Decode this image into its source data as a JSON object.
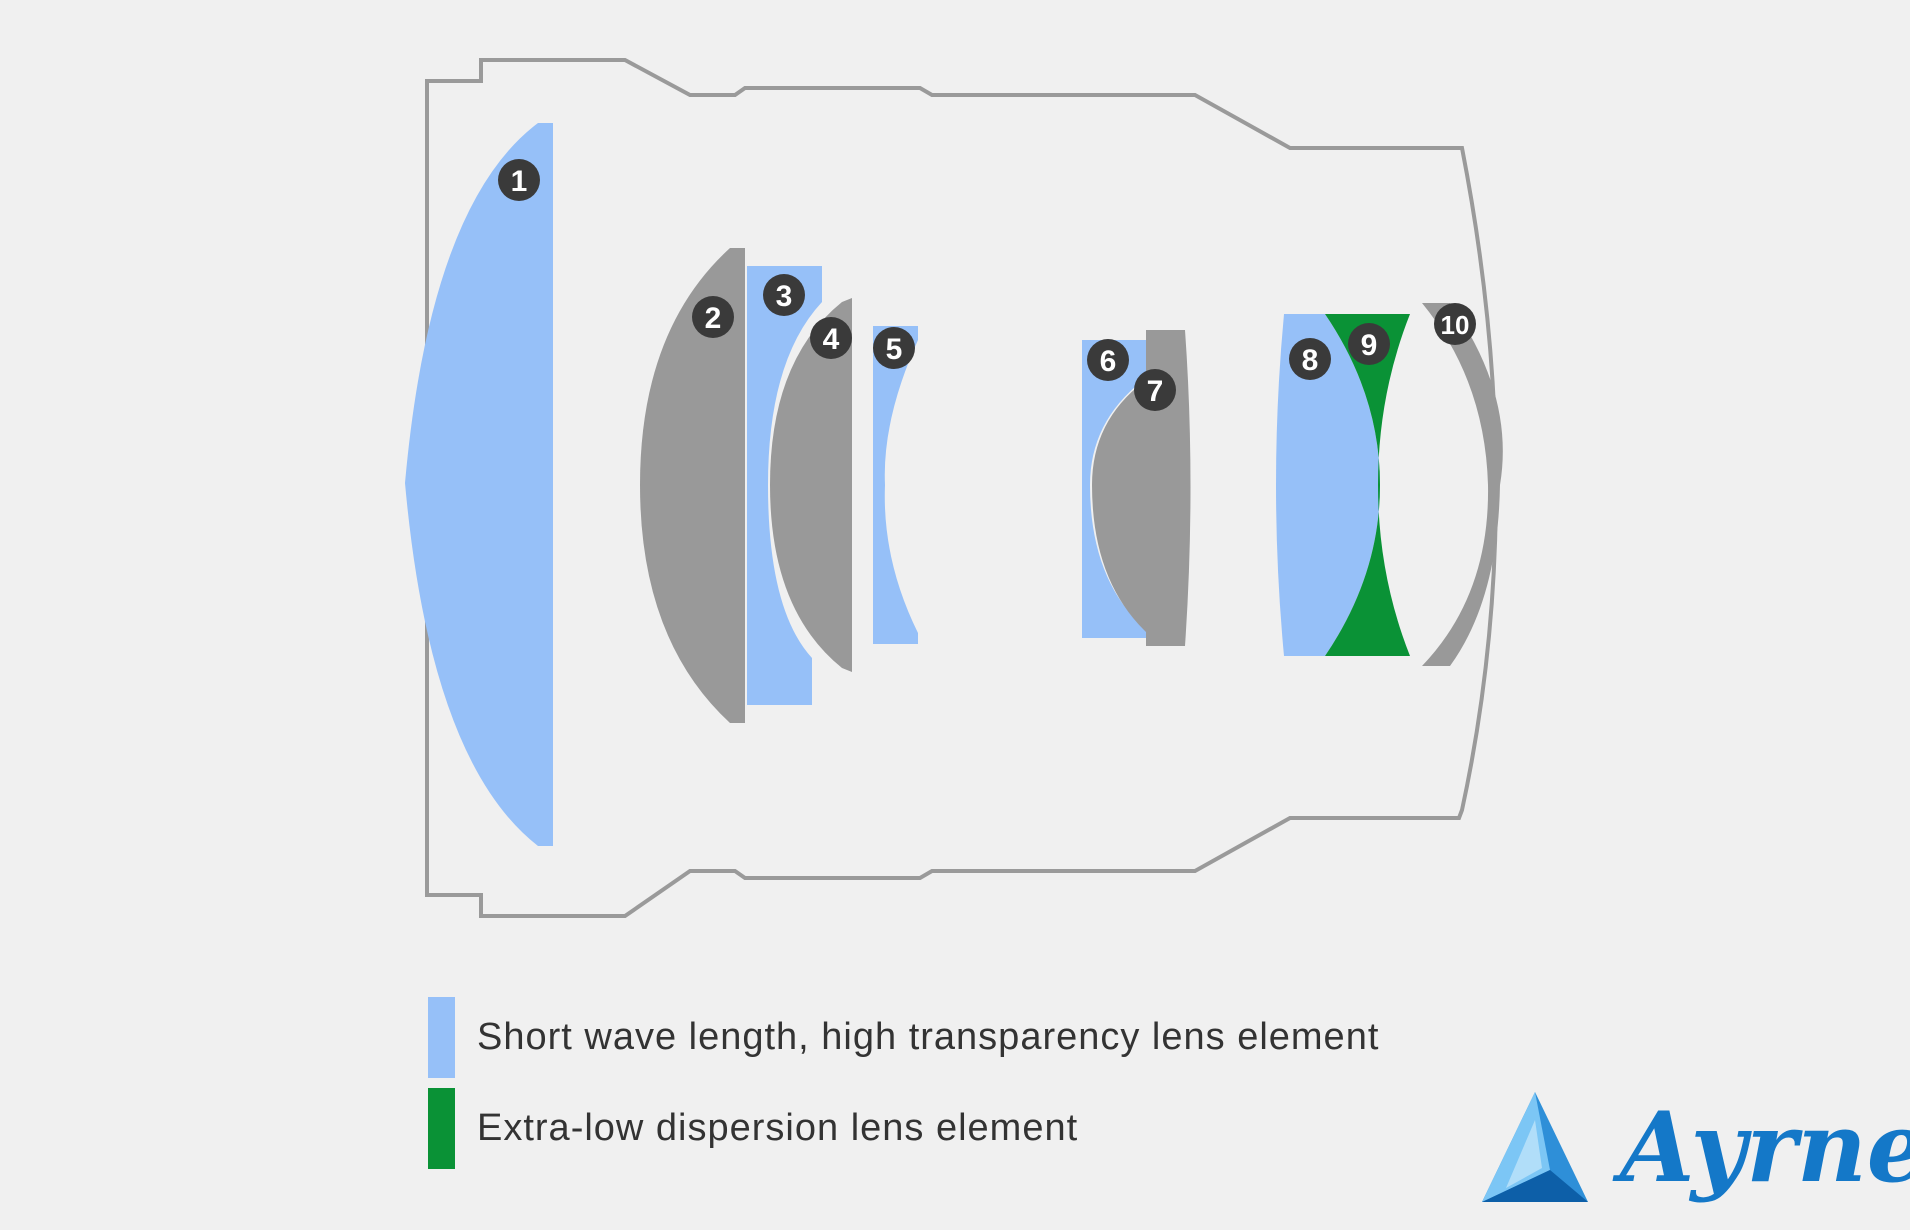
{
  "colors": {
    "background": "#f0f0f0",
    "housing": "#9a9a9a",
    "short_wave": "#96c0f8",
    "extra_low": "#0a9236",
    "standard": "#999999",
    "badge": "#3a3a3a",
    "brand": "#1478c8"
  },
  "elements": [
    {
      "number": "1",
      "type": "short_wave"
    },
    {
      "number": "2",
      "type": "standard"
    },
    {
      "number": "3",
      "type": "short_wave"
    },
    {
      "number": "4",
      "type": "standard"
    },
    {
      "number": "5",
      "type": "short_wave"
    },
    {
      "number": "6",
      "type": "short_wave"
    },
    {
      "number": "7",
      "type": "standard"
    },
    {
      "number": "8",
      "type": "short_wave"
    },
    {
      "number": "9",
      "type": "extra_low"
    },
    {
      "number": "10",
      "type": "standard"
    }
  ],
  "legend": {
    "short_wave": "Short wave length, high transparency lens element",
    "extra_low": "Extra-low dispersion lens element"
  },
  "brand": {
    "name": "Ayrne",
    "icon": "triangle-logo-icon"
  }
}
